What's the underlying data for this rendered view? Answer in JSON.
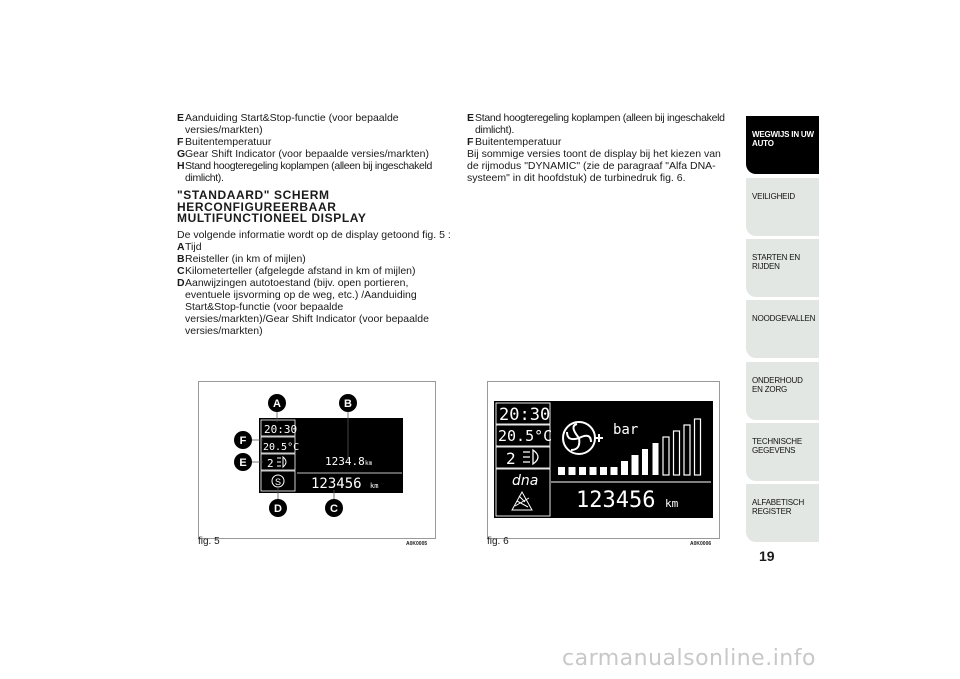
{
  "left_column": {
    "items_top": [
      {
        "letter": "E",
        "text": "Aanduiding Start&Stop-functie (voor bepaalde versies/markten)"
      },
      {
        "letter": "F",
        "text": "Buitentemperatuur"
      },
      {
        "letter": "G",
        "text": "Gear Shift Indicator (voor bepaalde versies/markten)"
      },
      {
        "letter": "H",
        "text": "Stand hoogteregeling koplampen (alleen bij ingeschakeld dimlicht)."
      }
    ],
    "heading": "\"STANDAARD\" SCHERM HERCONFIGUREERBAAR MULTIFUNCTIONEEL DISPLAY",
    "intro": "De volgende informatie wordt op de display getoond fig. 5 :",
    "items_bottom": [
      {
        "letter": "A",
        "text": "Tijd"
      },
      {
        "letter": "B",
        "text": "Reisteller (in km of mijlen)"
      },
      {
        "letter": "C",
        "text": "Kilometerteller (afgelegde afstand in km of mijlen)"
      },
      {
        "letter": "D",
        "text": "Aanwijzingen autotoestand (bijv. open portieren, eventuele ijsvorming op de weg, etc.) /Aanduiding Start&Stop-functie (voor bepaalde versies/markten)/Gear Shift Indicator (voor bepaalde versies/markten)"
      }
    ]
  },
  "right_column": {
    "items": [
      {
        "letter": "E",
        "text": "Stand hoogteregeling koplampen (alleen bij ingeschakeld dimlicht)."
      },
      {
        "letter": "F",
        "text": "Buitentemperatuur"
      }
    ],
    "para": "Bij sommige versies toont de display bij het kiezen van de rijmodus \"DYNAMIC\" (zie de paragraaf \"Alfa DNA-systeem\" in dit hoofdstuk) de turbinedruk fig. 6."
  },
  "fig5": {
    "caption": "fig. 5",
    "code": "A0K0005",
    "display": {
      "time": "20:30",
      "temp": "20.5°C",
      "gear": "2",
      "trip": "1234.8",
      "trip_unit": "km",
      "odo": "123456",
      "odo_unit": "km"
    },
    "callouts": [
      "A",
      "B",
      "F",
      "E",
      "D",
      "C"
    ]
  },
  "fig6": {
    "caption": "fig. 6",
    "code": "A0K0006",
    "display": {
      "time": "20:30",
      "temp": "20.5°C",
      "gear": "2",
      "dna": "dna",
      "bar": "bar",
      "odo": "123456",
      "odo_unit": "km"
    }
  },
  "tabs": [
    {
      "label": "WEGWIJS IN UW AUTO",
      "active": true
    },
    {
      "label": "VEILIGHEID",
      "active": false
    },
    {
      "label": "STARTEN EN RIJDEN",
      "active": false
    },
    {
      "label": "NOODGEVALLEN",
      "active": false
    },
    {
      "label": "ONDERHOUD EN ZORG",
      "active": false
    },
    {
      "label": "TECHNISCHE GEGEVENS",
      "active": false
    },
    {
      "label": "ALFABETISCH REGISTER",
      "active": false
    }
  ],
  "page_number": "19",
  "watermark": "carmanualsonline.info"
}
